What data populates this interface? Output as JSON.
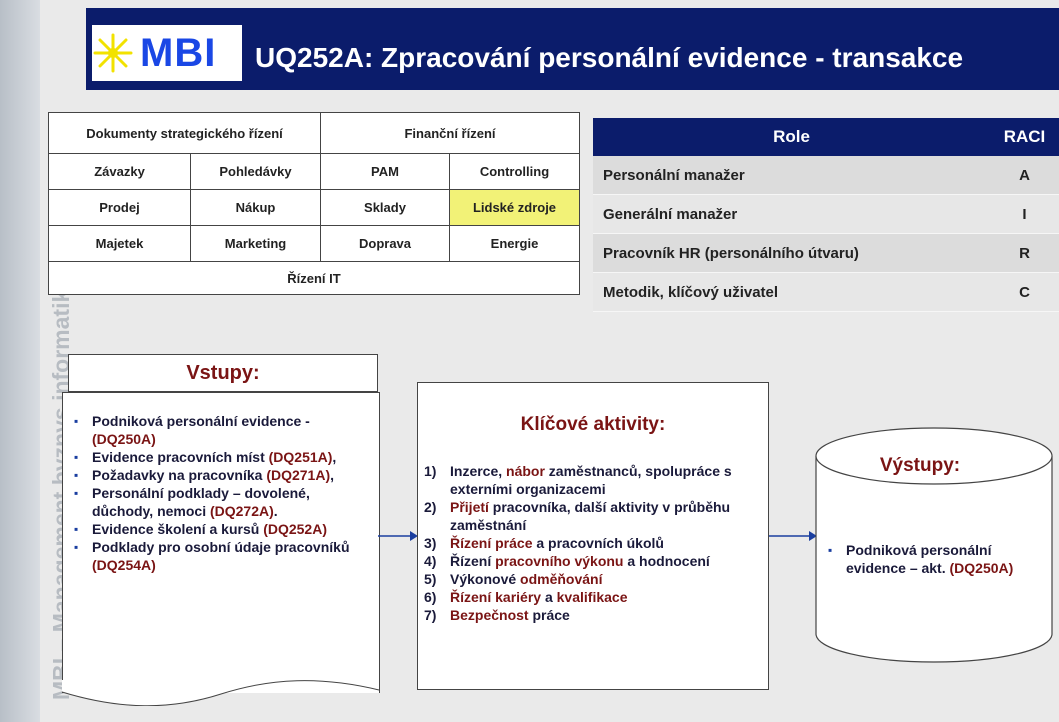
{
  "header": {
    "logo": "MBI",
    "title": "UQ252A: Zpracování personální  evidence - transakce"
  },
  "sidebar": {
    "text": "MBI – Management byznys informatiky"
  },
  "modules": {
    "row0": [
      "Dokumenty strategického řízení",
      "Finanční řízení"
    ],
    "row1": [
      "Závazky",
      "Pohledávky",
      "PAM",
      "Controlling"
    ],
    "row2": [
      "Prodej",
      "Nákup",
      "Sklady",
      "Lidské zdroje"
    ],
    "row3": [
      "Majetek",
      "Marketing",
      "Doprava",
      "Energie"
    ],
    "row4": [
      "Řízení IT"
    ],
    "highlight": "Lidské zdroje",
    "highlight_color": "#f2f277"
  },
  "raci": {
    "headers": [
      "Role",
      "RACI"
    ],
    "rows": [
      {
        "role": "Personální  manažer",
        "value": "A"
      },
      {
        "role": "Generální manažer",
        "value": "I"
      },
      {
        "role": "Pracovník HR (personálního útvaru)",
        "value": "R"
      },
      {
        "role": "Metodik, klíčový uživatel",
        "value": "C"
      }
    ]
  },
  "inputs": {
    "title": "Vstupy:",
    "items": [
      {
        "text": "Podniková personální evidence - ",
        "code": "(DQ250A)"
      },
      {
        "text": "Evidence pracovních míst ",
        "code": "(DQ251A)",
        "tail": ","
      },
      {
        "text": "Požadavky na pracovníka ",
        "code": "(DQ271A)",
        "tail": ","
      },
      {
        "text": "Personální podklady – dovolené, důchody, nemoci ",
        "code": "(DQ272A)",
        "tail": "."
      },
      {
        "text": "Evidence školení a kursů ",
        "code": "(DQ252A)"
      },
      {
        "text": "Podklady pro osobní údaje pracovníků ",
        "code": "(DQ254A)"
      }
    ]
  },
  "activities": {
    "title": "Klíčové aktivity:",
    "items": [
      {
        "num": "1)",
        "parts": [
          [
            "Inzerce, ",
            ""
          ],
          [
            "nábor",
            "red"
          ],
          [
            " zaměstnanců, spolupráce s externími organizacemi",
            ""
          ]
        ]
      },
      {
        "num": "2)",
        "parts": [
          [
            "Přijetí",
            "red"
          ],
          [
            " pracovníka, další aktivity v průběhu zaměstnání",
            ""
          ]
        ]
      },
      {
        "num": "3)",
        "parts": [
          [
            "Řízení práce",
            "red"
          ],
          [
            " a pracovních úkolů",
            ""
          ]
        ]
      },
      {
        "num": "4)",
        "parts": [
          [
            "Řízení ",
            ""
          ],
          [
            "pracovního výkonu",
            "red"
          ],
          [
            " a hodnocení",
            ""
          ]
        ]
      },
      {
        "num": "5)",
        "parts": [
          [
            "Výkonové ",
            ""
          ],
          [
            "odměňování",
            "red"
          ]
        ]
      },
      {
        "num": "6)",
        "parts": [
          [
            "Řízení kariéry",
            "red"
          ],
          [
            " a ",
            ""
          ],
          [
            "kvalifikace",
            "red"
          ]
        ]
      },
      {
        "num": "7)",
        "parts": [
          [
            "Bezpečnost",
            "red"
          ],
          [
            " práce",
            ""
          ]
        ]
      }
    ]
  },
  "outputs": {
    "title": "Výstupy:",
    "items": [
      {
        "text": "Podniková personální evidence – akt. ",
        "code": "(DQ250A)"
      }
    ]
  }
}
